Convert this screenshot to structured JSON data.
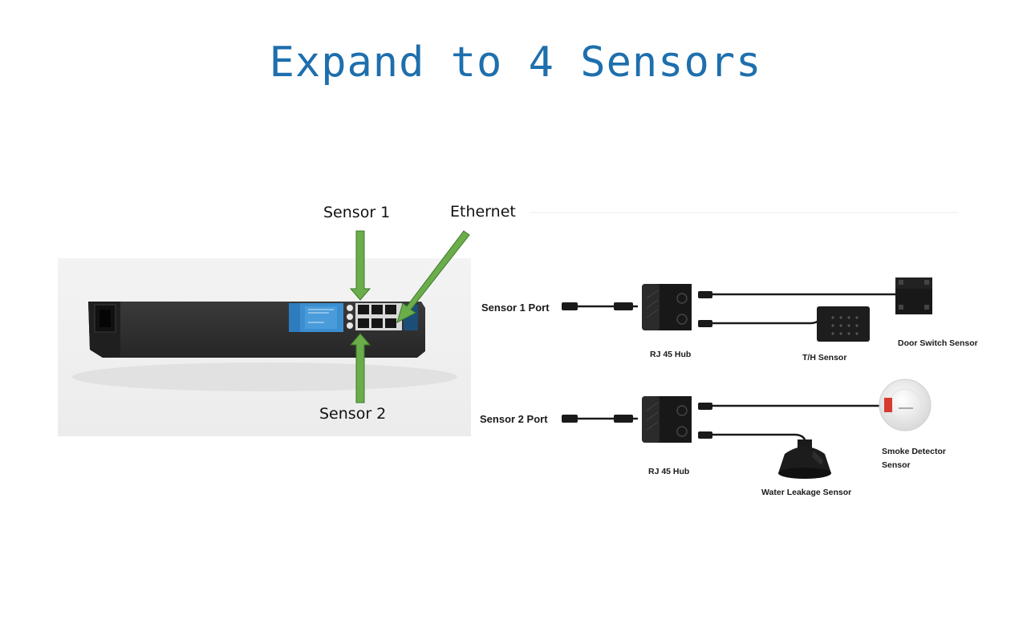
{
  "title": "Expand to 4 Sensors",
  "pdu_callouts": {
    "sensor1": "Sensor 1",
    "ethernet": "Ethernet",
    "sensor2": "Sensor 2"
  },
  "port_labels": {
    "sensor1_port": "Sensor 1 Port",
    "sensor2_port": "Sensor 2 Port"
  },
  "hub_labels": {
    "hub1": "RJ 45 Hub",
    "hub2": "RJ 45 Hub"
  },
  "sensor_labels": {
    "th": "T/H Sensor",
    "door": "Door Switch Sensor",
    "smoke_line1": "Smoke Detector",
    "smoke_line2": "Sensor",
    "water": "Water Leakage Sensor"
  },
  "colors": {
    "title": "#1e6fad",
    "arrow_fill": "#6aad4a",
    "arrow_stroke": "#3c7a2a",
    "device_body": "#2b2b2b",
    "panel_blue": "#3b8fd0"
  }
}
